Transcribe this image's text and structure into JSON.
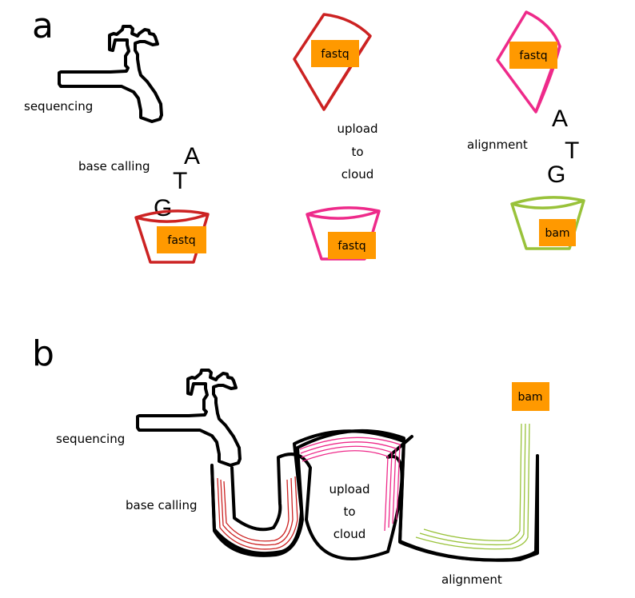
{
  "panel_a": {
    "letter": "a",
    "label_sequencing": "sequencing",
    "label_base_calling": "base calling",
    "label_upload": [
      "upload",
      "to",
      "cloud"
    ],
    "label_alignment": "alignment",
    "bases_1": [
      "G",
      "T",
      "A"
    ],
    "bases_2": [
      "G",
      "T",
      "A"
    ],
    "file_cone_1": "fastq",
    "file_cone_2": "fastq",
    "file_cup_1": "fastq",
    "file_cup_2": "fastq",
    "file_cup_3": "bam"
  },
  "panel_b": {
    "letter": "b",
    "label_sequencing": "sequencing",
    "label_base_calling": "base calling",
    "label_upload": [
      "upload",
      "to",
      "cloud"
    ],
    "label_alignment": "alignment",
    "file_output": "bam"
  },
  "colors": {
    "red": "#cc2222",
    "pink": "#ee2a8a",
    "green": "#99c23a",
    "orange": "#ff9900",
    "black": "#000000"
  }
}
